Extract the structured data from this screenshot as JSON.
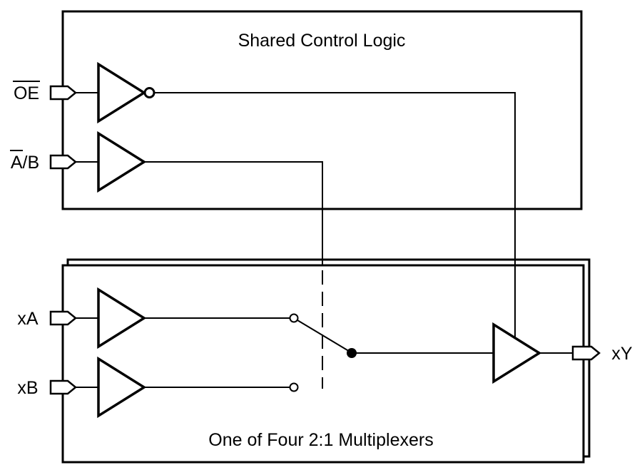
{
  "colors": {
    "line": "#000000",
    "text": "#000000",
    "background": "#ffffff"
  },
  "boxes": {
    "shared_control_title": "Shared Control Logic",
    "mux_title": "One of Four 2:1 Multiplexers"
  },
  "signals": {
    "oe": "OE",
    "ab_overlined": "A",
    "ab_rest": "/B",
    "xa": "xA",
    "xb": "xB",
    "xy": "xY"
  }
}
